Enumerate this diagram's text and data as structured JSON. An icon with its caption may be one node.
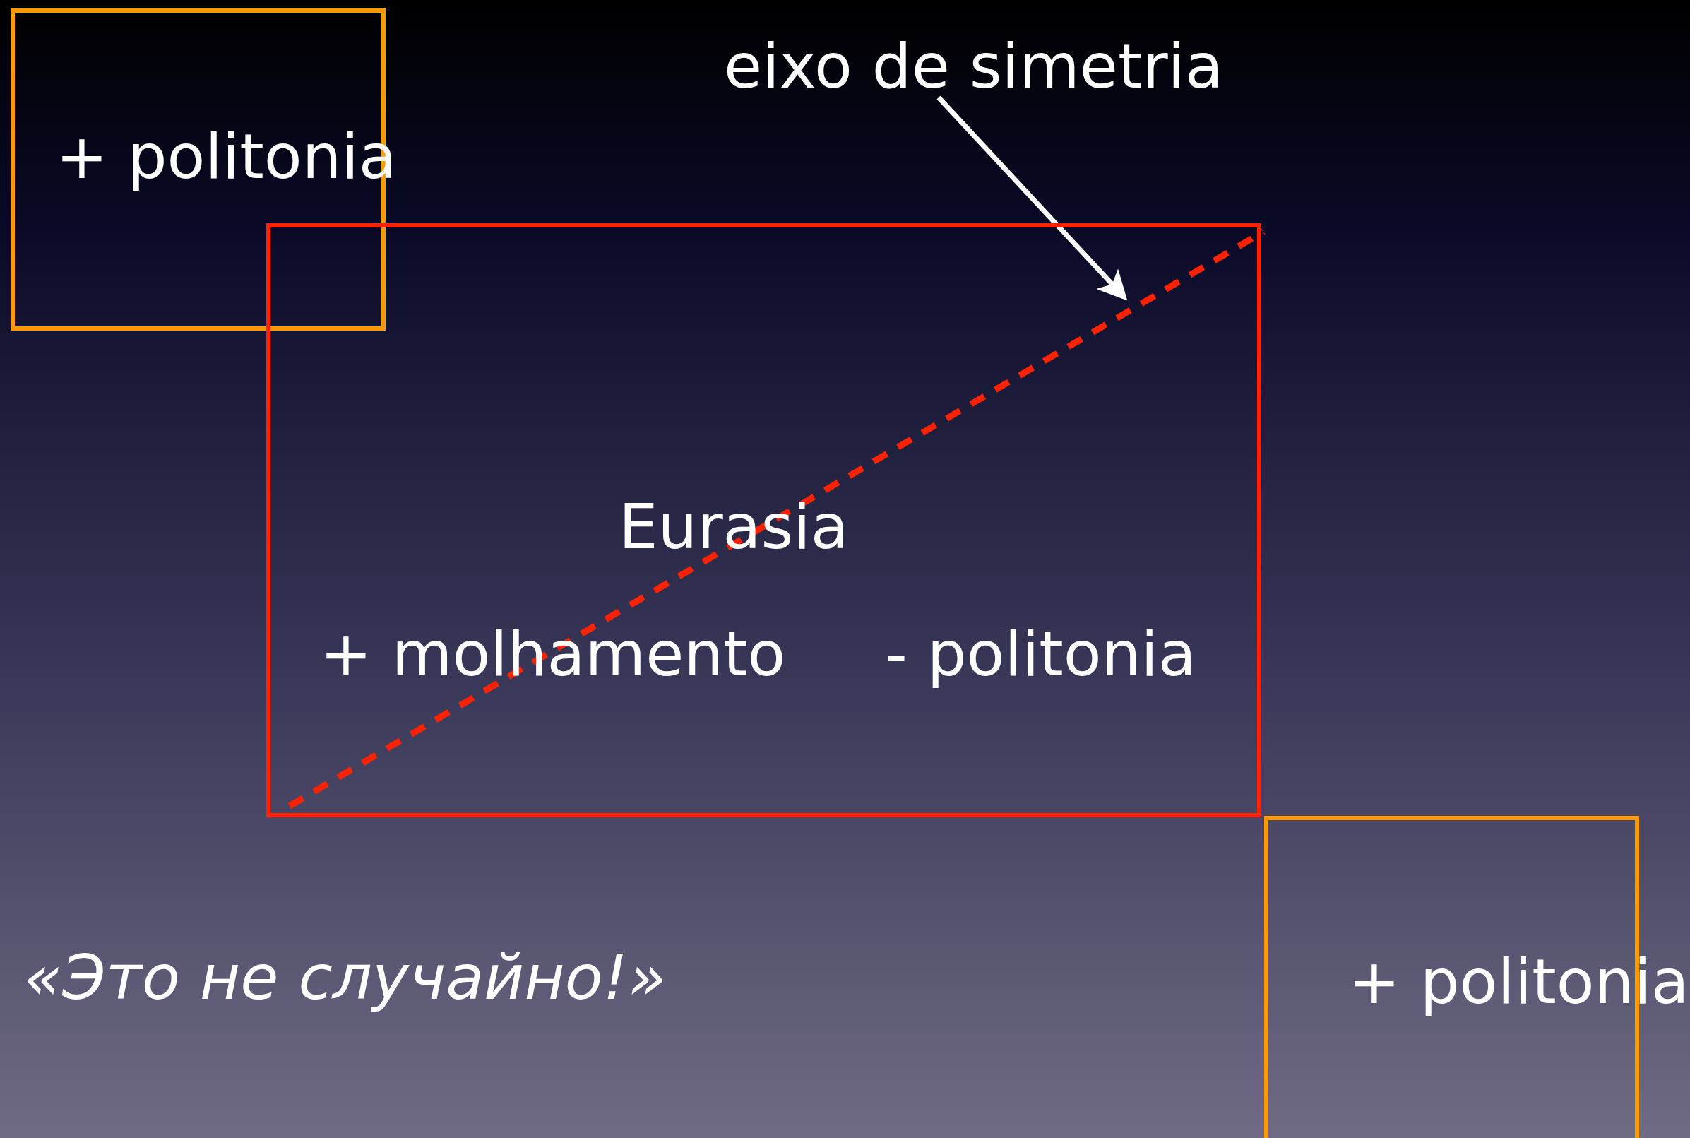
{
  "diagram": {
    "nodes": [
      {
        "text": [
          "+ politonia"
        ]
      },
      {
        "text": [
          "Eurasia",
          "+ molhamento",
          "- politonia"
        ]
      },
      {
        "text": [
          "+ politonia"
        ]
      },
      {
        "text": [
          "eixo de simetria"
        ]
      }
    ],
    "edges": [
      {
        "from": 3,
        "to": 1,
        "arrow": "to"
      }
    ],
    "labels": [
      "«Это не случайно!»"
    ]
  }
}
